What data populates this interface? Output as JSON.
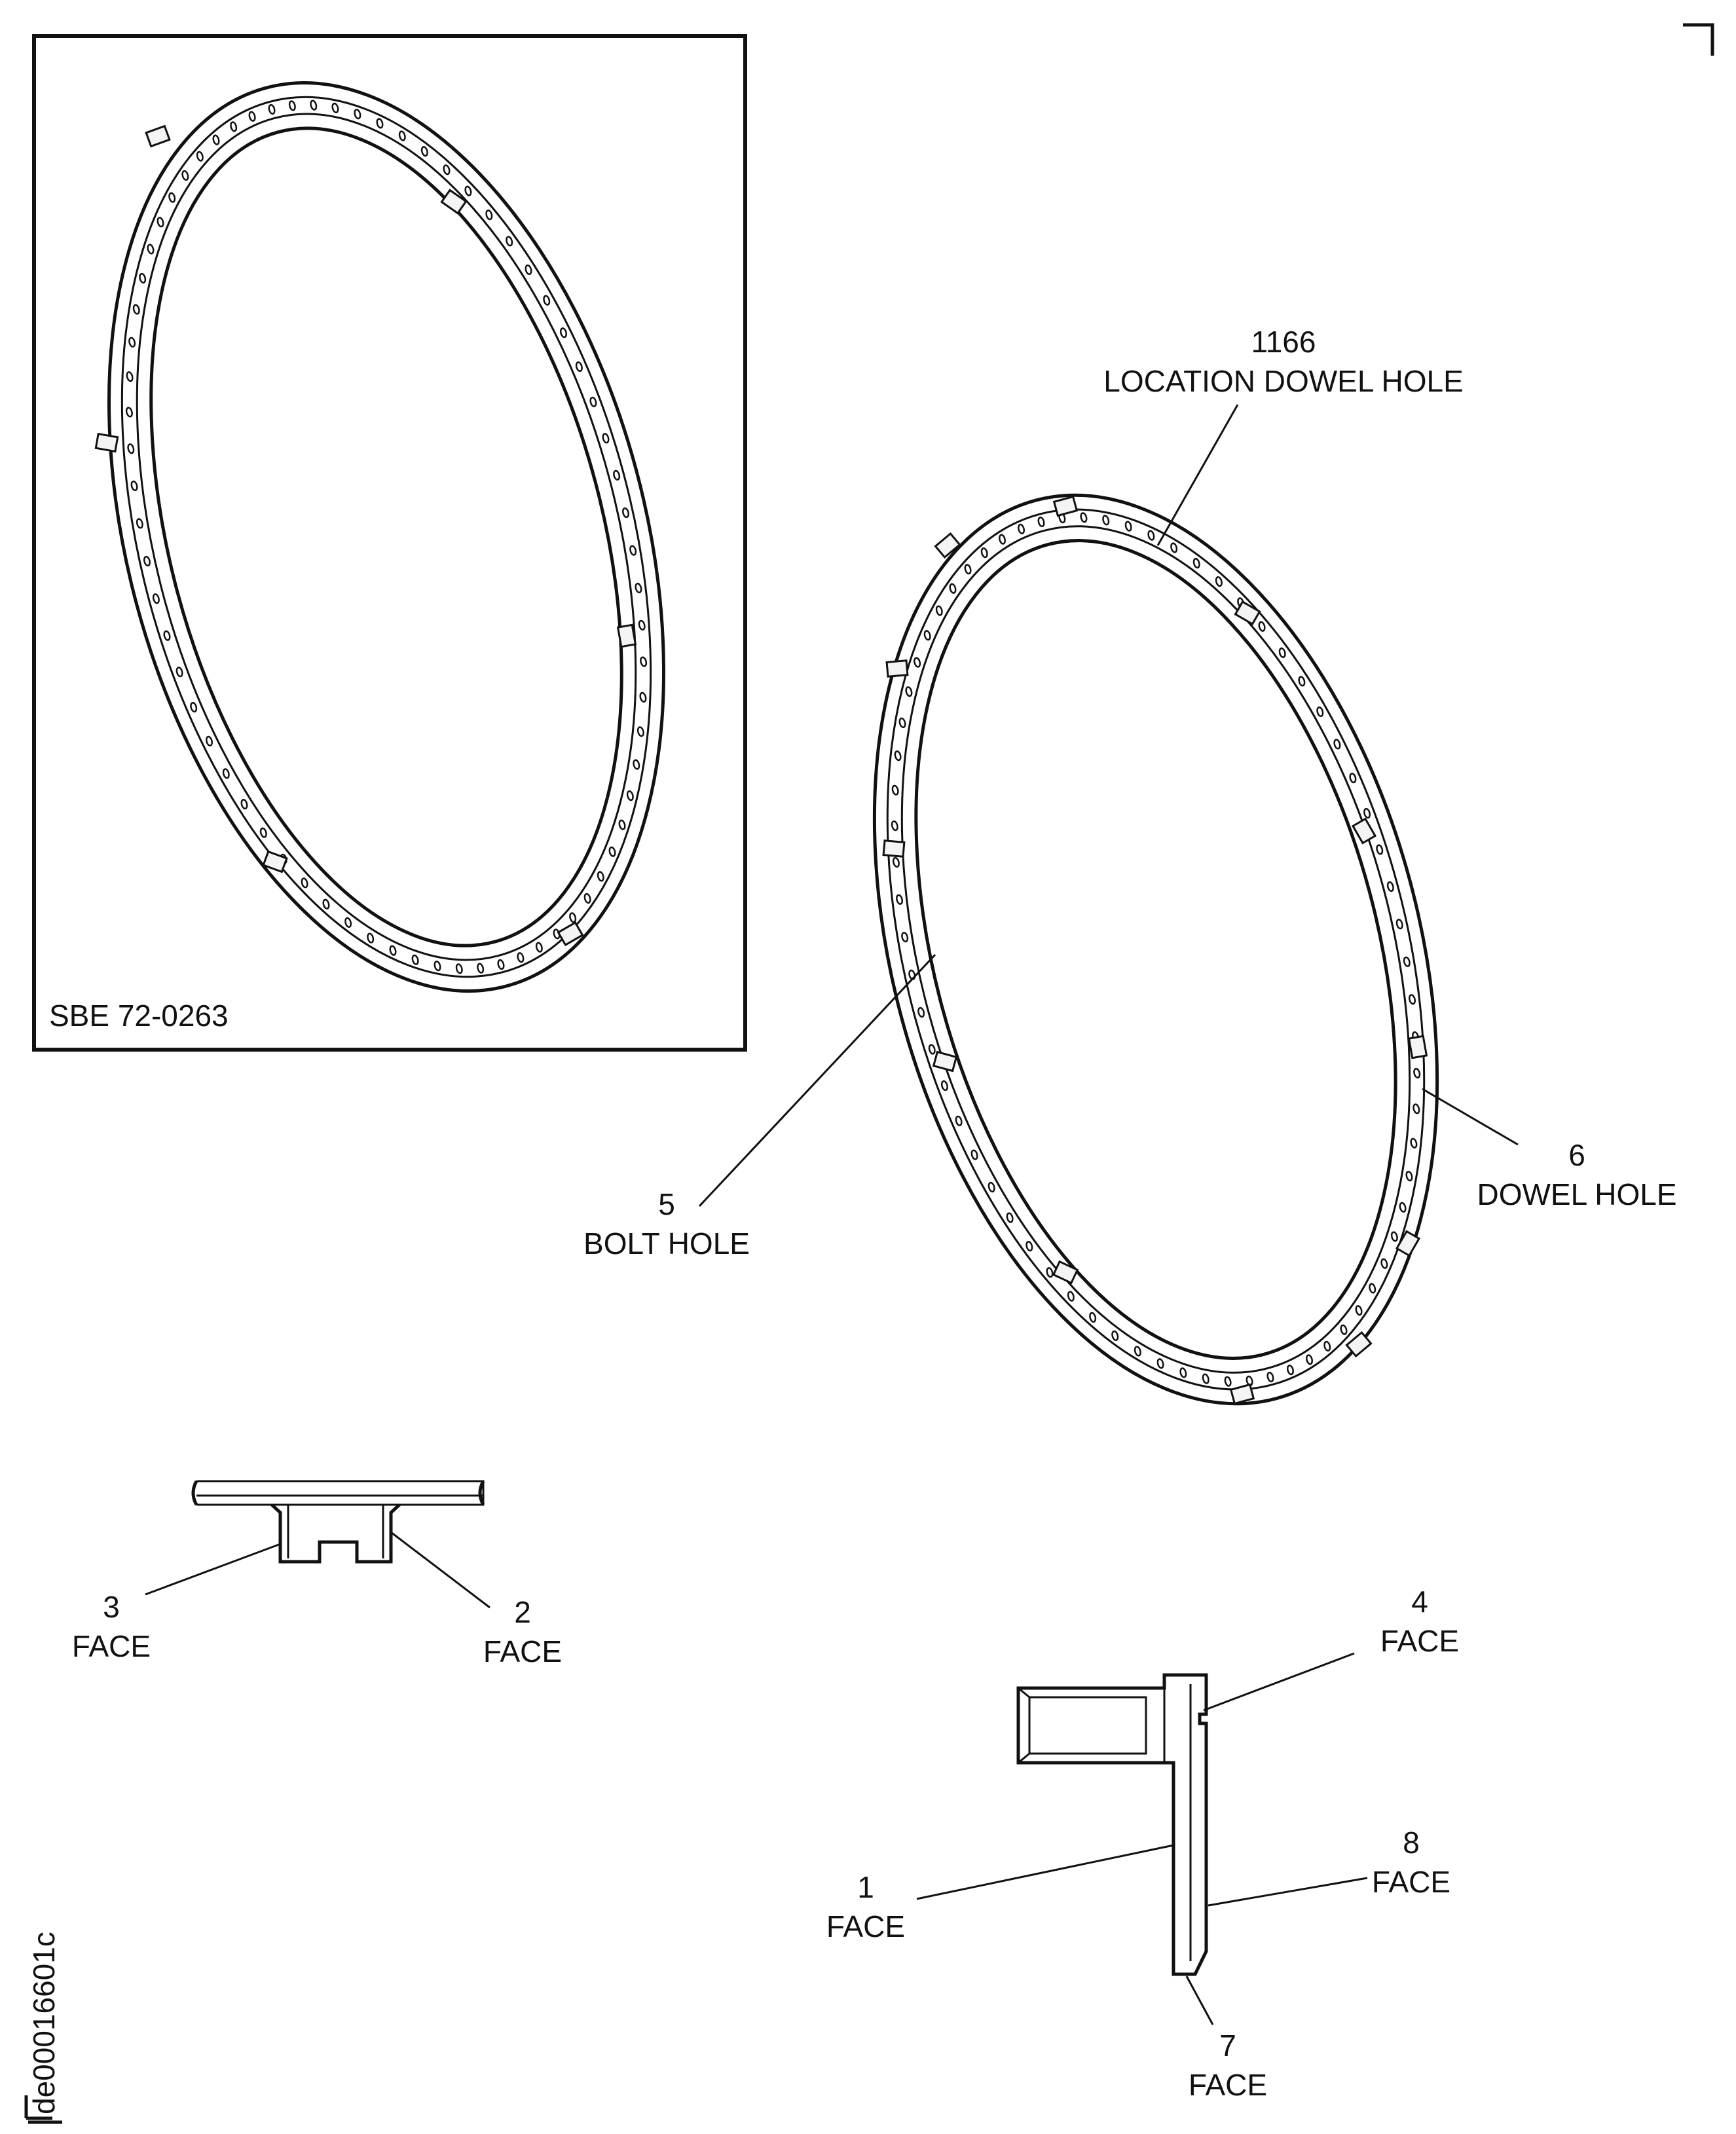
{
  "inset": {
    "label": "SBE 72-0263"
  },
  "callouts": {
    "c1166": {
      "number": "1166",
      "text": "LOCATION DOWEL HOLE"
    },
    "c5": {
      "number": "5",
      "text": "BOLT HOLE"
    },
    "c6": {
      "number": "6",
      "text": "DOWEL HOLE"
    },
    "c3": {
      "number": "3",
      "text": "FACE"
    },
    "c2": {
      "number": "2",
      "text": "FACE"
    },
    "c4": {
      "number": "4",
      "text": "FACE"
    },
    "c8": {
      "number": "8",
      "text": "FACE"
    },
    "c1": {
      "number": "1",
      "text": "FACE"
    },
    "c7": {
      "number": "7",
      "text": "FACE"
    }
  },
  "figure_id": "de00016601c"
}
